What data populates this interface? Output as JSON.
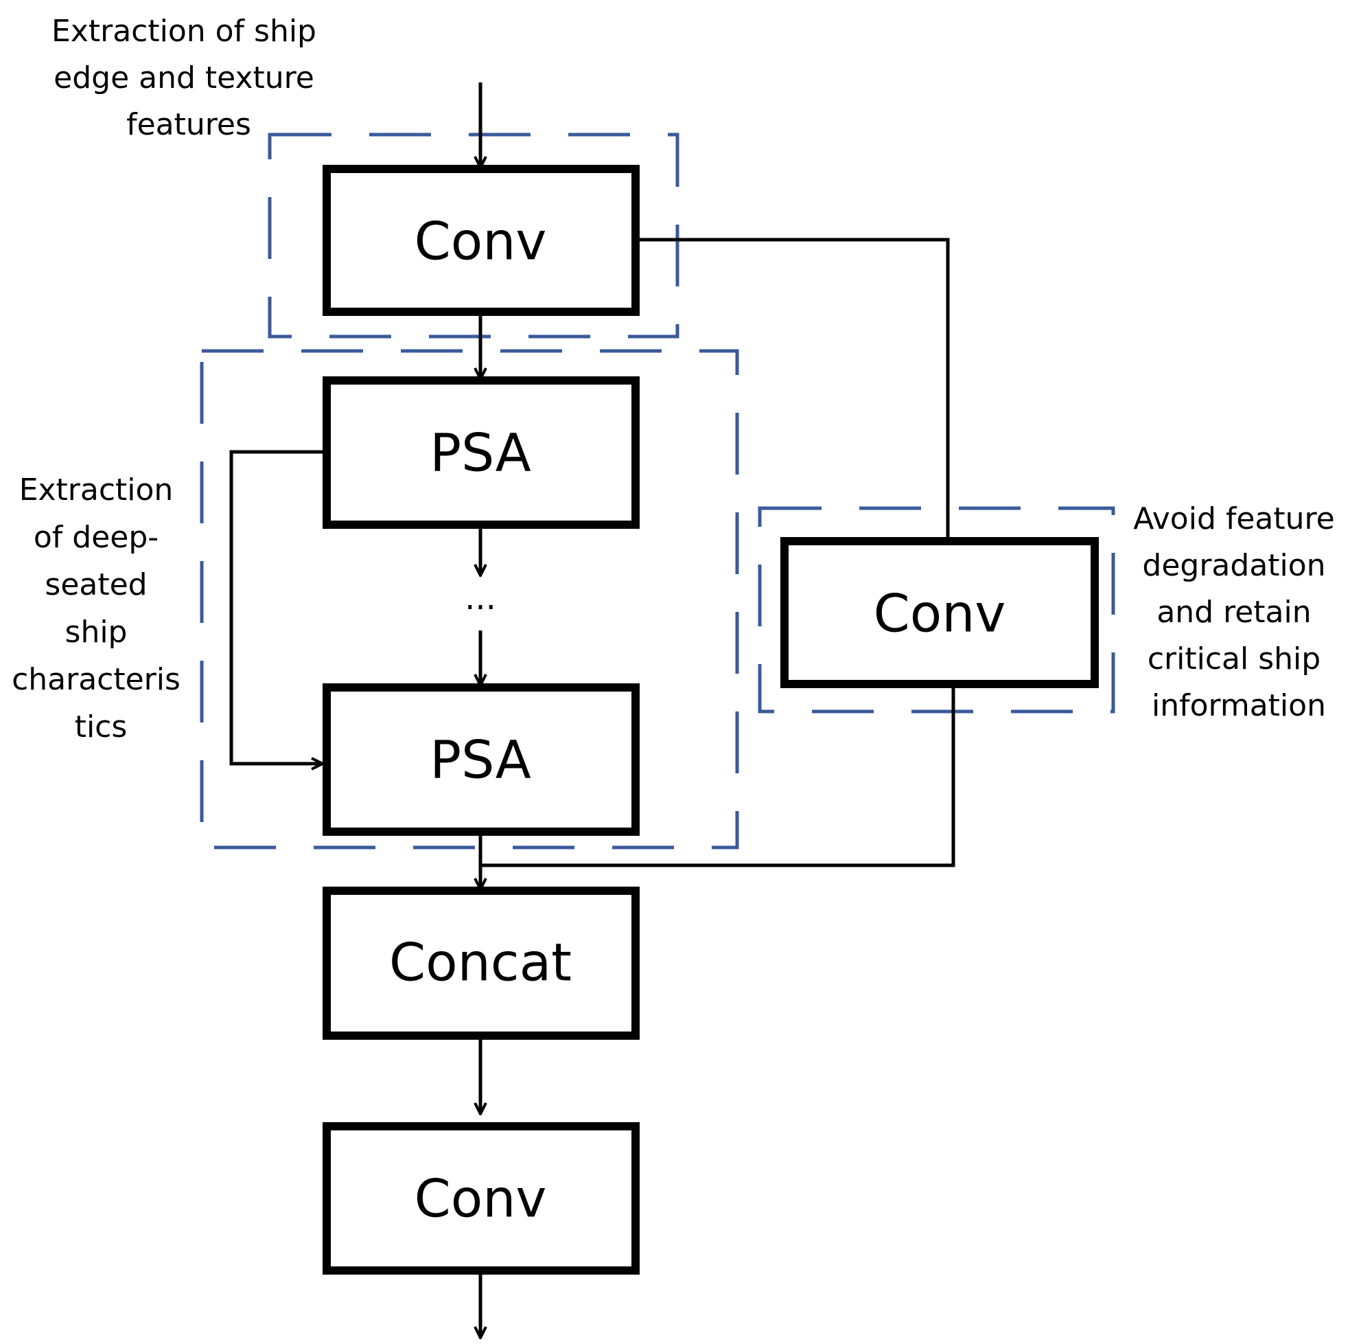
{
  "blocks": {
    "conv_top": {
      "label": "Conv"
    },
    "psa_first": {
      "label": "PSA"
    },
    "ellipsis": {
      "label": "···"
    },
    "psa_last": {
      "label": "PSA"
    },
    "conv_side": {
      "label": "Conv"
    },
    "concat": {
      "label": "Concat"
    },
    "conv_bottom": {
      "label": "Conv"
    }
  },
  "annotations": {
    "edge_texture": {
      "lines": [
        "Extraction of ship",
        "edge and texture",
        "features"
      ]
    },
    "deep_seated": {
      "lines": [
        "Extraction",
        "of deep-",
        "seated",
        "ship",
        "characteris",
        "tics"
      ]
    },
    "avoid_degradation": {
      "lines": [
        "Avoid feature",
        "degradation",
        "and retain",
        "critical ship",
        "information"
      ]
    }
  },
  "colors": {
    "box_stroke": "#000000",
    "connector": "#000000",
    "dashed_group": "#3a5a9c"
  }
}
